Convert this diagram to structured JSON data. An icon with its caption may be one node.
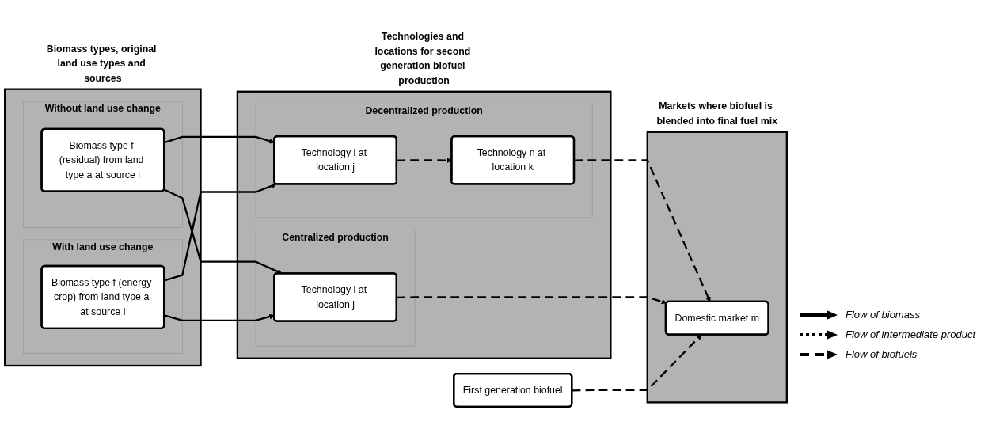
{
  "diagram": {
    "nodes": [
      {
        "text": [
          "Biomass types, original land use types and sources"
        ]
      },
      {
        "text": [
          "Without land use change"
        ],
        "in": 0
      },
      {
        "text": [
          "Biomass type f (residual) from land type a at source i"
        ],
        "in": 1
      },
      {
        "text": [
          "With land use change"
        ],
        "in": 0
      },
      {
        "text": [
          "Biomass type f (energy crop) from land type a at source i"
        ],
        "in": 3
      },
      {
        "text": [
          "Technologies and locations for second generation biofuel production"
        ]
      },
      {
        "text": [
          "Decentralized production"
        ],
        "in": 5
      },
      {
        "text": [
          "Technology l at location j"
        ],
        "in": 6
      },
      {
        "text": [
          "Technology n at location k"
        ],
        "in": 6
      },
      {
        "text": [
          "Centralized production"
        ],
        "in": 5
      },
      {
        "text": [
          "Technology l at location j"
        ],
        "in": 9
      },
      {
        "text": [
          "Markets where biofuel is blended into final fuel mix"
        ]
      },
      {
        "text": [
          "Domestic market m"
        ],
        "in": 11
      },
      {
        "text": [
          "First generation biofuel"
        ]
      }
    ],
    "edges": [
      {
        "from": 2,
        "to": 7,
        "arrow": "to"
      },
      {
        "from": 2,
        "to": 10,
        "arrow": "to"
      },
      {
        "from": 4,
        "to": 7,
        "arrow": "to"
      },
      {
        "from": 4,
        "to": 10,
        "arrow": "to"
      },
      {
        "from": 7,
        "to": 8,
        "arrow": "to",
        "style": "dashed"
      },
      {
        "from": 8,
        "to": 12,
        "arrow": "to",
        "style": "dashed"
      },
      {
        "from": 10,
        "to": 12,
        "arrow": "to",
        "style": "dashed"
      },
      {
        "from": 13,
        "to": 12,
        "arrow": "to",
        "style": "dashed"
      }
    ],
    "legend": [
      {
        "text": "Flow of biomass"
      },
      {
        "text": "Flow of intermediate product"
      },
      {
        "text": "Flow of biofuels"
      }
    ]
  }
}
